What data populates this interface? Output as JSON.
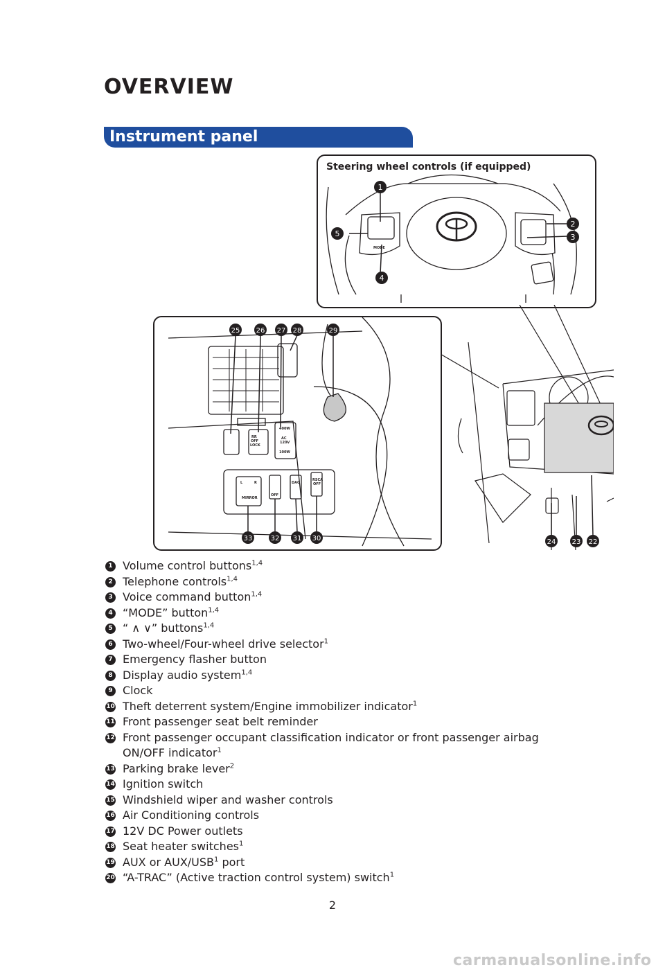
{
  "page": {
    "title": "OVERVIEW",
    "section": "Instrument panel",
    "page_number": "2",
    "watermark": "carmanualsonline.info"
  },
  "steering_callout": {
    "title": "Steering wheel controls (if equipped)",
    "markers": [
      "1",
      "2",
      "3",
      "4",
      "5"
    ],
    "mode_label": "MODE"
  },
  "dash_callout": {
    "markers_top": [
      "25",
      "26",
      "27",
      "28",
      "29"
    ],
    "markers_bottom": [
      "33",
      "32",
      "31",
      "30"
    ],
    "switch_labels": {
      "rr_off_lock": [
        "RR",
        "OFF",
        "LOCK"
      ],
      "power": [
        "400W",
        "AC",
        "120V",
        "100W"
      ],
      "mirror": [
        "L",
        "R",
        "MIRROR"
      ],
      "vsc_off": "OFF",
      "dac": "DAC",
      "rsca_off": [
        "RSCA",
        "OFF"
      ]
    }
  },
  "right_photo": {
    "markers": [
      "24",
      "23",
      "22"
    ]
  },
  "legend": [
    {
      "num": "1",
      "text": "Volume control buttons",
      "sup": "1,4"
    },
    {
      "num": "2",
      "text": "Telephone controls",
      "sup": "1,4"
    },
    {
      "num": "3",
      "text": "Voice command button",
      "sup": "1,4"
    },
    {
      "num": "4",
      "text": "“MODE” button",
      "sup": "1,4"
    },
    {
      "num": "5",
      "text": "“ ∧ ∨” buttons",
      "sup": "1,4"
    },
    {
      "num": "6",
      "text": "Two-wheel/Four-wheel drive selector",
      "sup": "1"
    },
    {
      "num": "7",
      "text": "Emergency flasher button",
      "sup": ""
    },
    {
      "num": "8",
      "text": "Display audio system",
      "sup": "1,4"
    },
    {
      "num": "9",
      "text": "Clock",
      "sup": ""
    },
    {
      "num": "10",
      "text": "Theft deterrent system/Engine immobilizer indicator",
      "sup": "1"
    },
    {
      "num": "11",
      "text": "Front passenger seat belt reminder",
      "sup": ""
    },
    {
      "num": "12",
      "text": "Front passenger occupant classification indicator or front passenger airbag",
      "sup": ""
    },
    {
      "num": "",
      "text": "ON/OFF indicator",
      "sup": "1"
    },
    {
      "num": "13",
      "text": "Parking brake lever",
      "sup": "2"
    },
    {
      "num": "14",
      "text": "Ignition switch",
      "sup": ""
    },
    {
      "num": "15",
      "text": "Windshield wiper and washer controls",
      "sup": ""
    },
    {
      "num": "16",
      "text": "Air Conditioning controls",
      "sup": ""
    },
    {
      "num": "17",
      "text": "12V DC Power outlets",
      "sup": ""
    },
    {
      "num": "18",
      "text": "Seat heater switches",
      "sup": "1"
    },
    {
      "num": "19",
      "text": "AUX or AUX/USB",
      "sup": "1",
      "after": " port"
    },
    {
      "num": "20",
      "text": "“A-TRAC” (Active traction control system) switch",
      "sup": "1"
    }
  ]
}
